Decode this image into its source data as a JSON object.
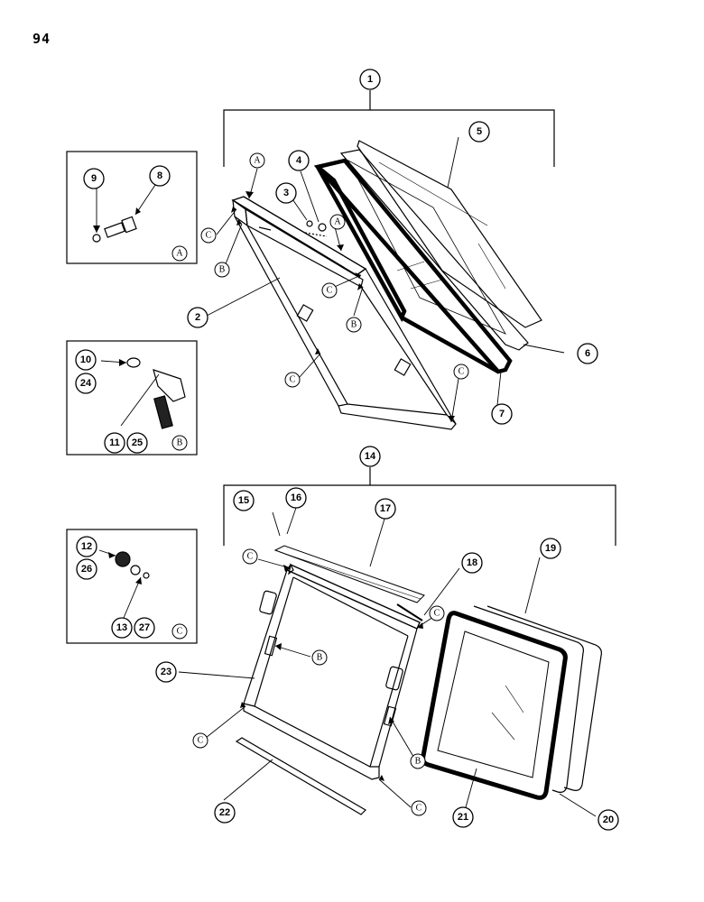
{
  "page": {
    "number": "94"
  },
  "callouts": {
    "c1": "1",
    "c2": "2",
    "c3": "3",
    "c4": "4",
    "c5": "5",
    "c6": "6",
    "c7": "7",
    "c8": "8",
    "c9": "9",
    "c10": "10",
    "c11": "11",
    "c12": "12",
    "c13": "13",
    "c14": "14",
    "c15": "15",
    "c16": "16",
    "c17": "17",
    "c18": "18",
    "c19": "19",
    "c20": "20",
    "c21": "21",
    "c22": "22",
    "c23": "23",
    "c24": "24",
    "c25": "25",
    "c26": "26",
    "c27": "27"
  },
  "letters": {
    "A": "A",
    "B": "B",
    "C": "C"
  },
  "colors": {
    "ink": "#000000",
    "paper": "#ffffff"
  }
}
